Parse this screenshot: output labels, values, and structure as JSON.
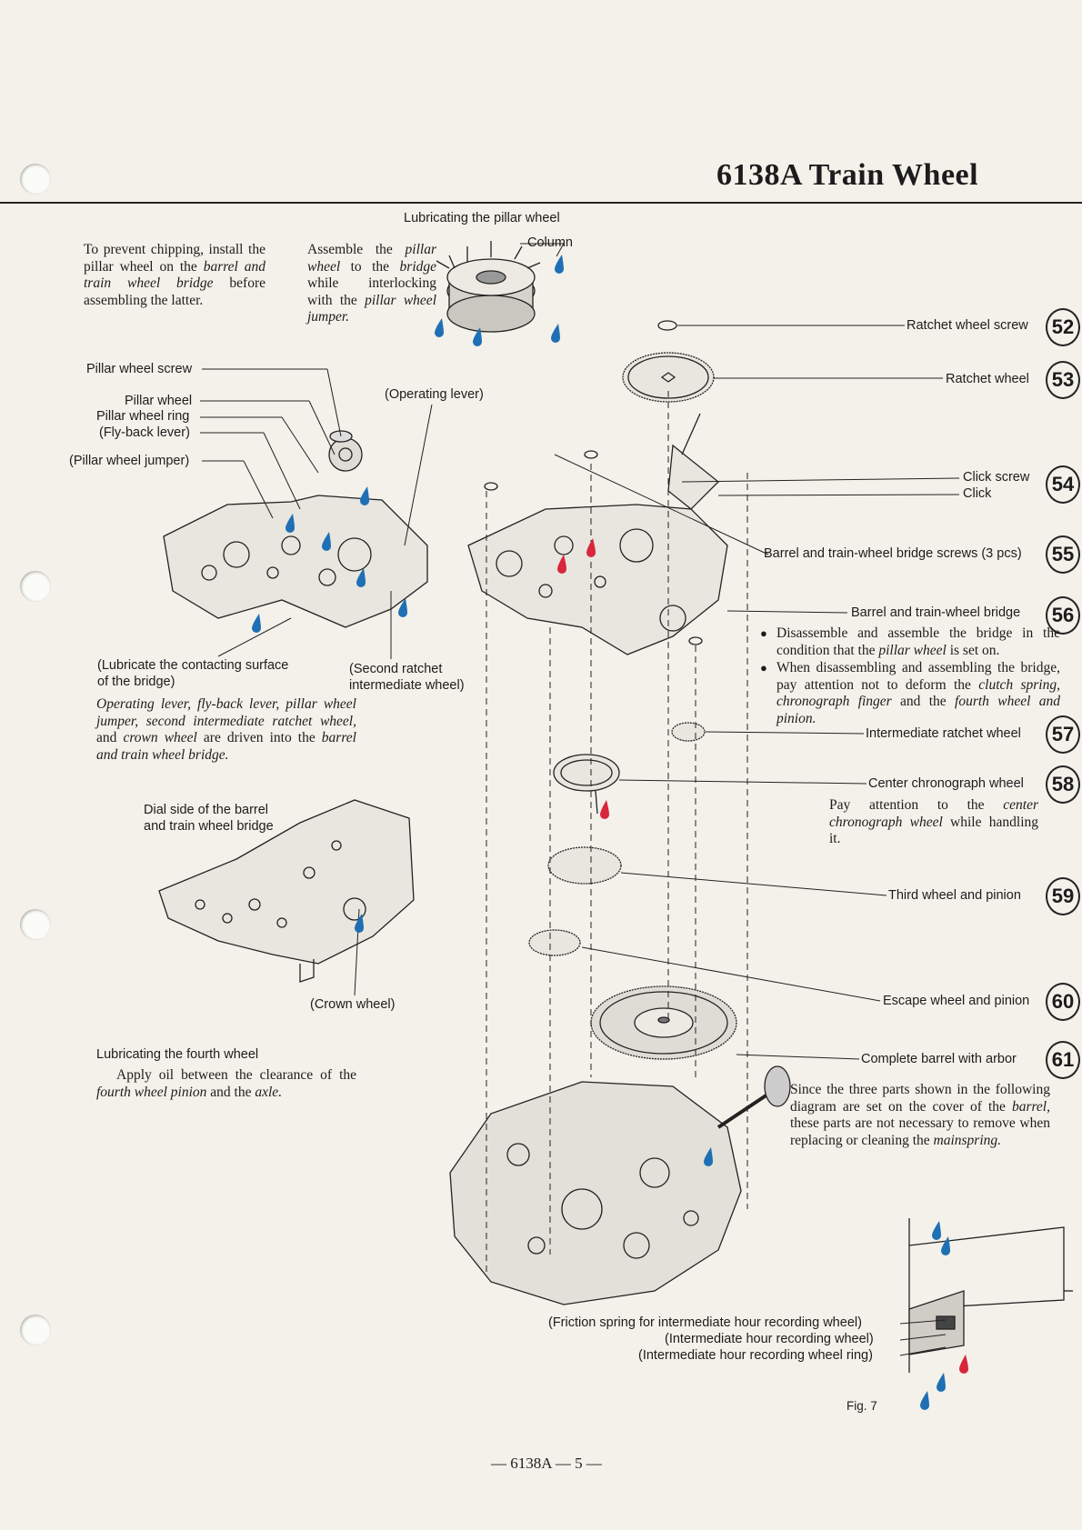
{
  "header": {
    "title": "6138A  Train Wheel"
  },
  "left": {
    "pillar_note": "To prevent chipping, install the pillar wheel on the ",
    "pillar_note_it": "barrel and train wheel bridge",
    "pillar_note_end": " before assembling the latter.",
    "assemble_1": "Assemble the ",
    "assemble_it1": "pillar wheel",
    "assemble_2": " to the ",
    "assemble_it2": "bridge",
    "assemble_3": " while interlocking with the ",
    "assemble_it3": "pillar wheel jumper.",
    "lubricating_pillar_title": "Lubricating the pillar wheel",
    "column_label": "Column",
    "pillar_wheel_screw": "Pillar wheel screw",
    "pillar_wheel": "Pillar wheel",
    "pillar_wheel_ring": "Pillar wheel ring",
    "fly_back_lever": "(Fly-back lever)",
    "pillar_wheel_jumper": "(Pillar wheel jumper)",
    "operating_lever": "(Operating lever)",
    "lubricate_contact_1": "(Lubricate the contacting surface",
    "lubricate_contact_2": "of the bridge)",
    "second_ratchet_1": "(Second ratchet",
    "second_ratchet_2": "intermediate wheel)",
    "driven_it": "Operating lever, fly-back lever, pillar wheel jumper, second intermediate ratchet wheel,",
    "driven_mid": " and ",
    "driven_it2": "crown wheel",
    "driven_mid2": " are driven into the ",
    "driven_it3": "barrel and train wheel bridge.",
    "dial_side_1": "Dial side of the barrel",
    "dial_side_2": "and train wheel bridge",
    "crown_wheel": "(Crown wheel)",
    "lub_fourth_title": "Lubricating the fourth wheel",
    "lub_fourth_1": "Apply oil between the clearance of the ",
    "lub_fourth_it1": "fourth wheel pinion",
    "lub_fourth_2": " and the ",
    "lub_fourth_it2": "axle."
  },
  "parts": [
    {
      "num": "52",
      "label": "Ratchet wheel screw"
    },
    {
      "num": "53",
      "label": "Ratchet wheel"
    },
    {
      "num": "54",
      "label": "Click screw",
      "label2": "Click"
    },
    {
      "num": "55",
      "label": "Barrel and train-wheel bridge screws (3 pcs)"
    },
    {
      "num": "56",
      "label": "Barrel and train-wheel bridge"
    },
    {
      "num": "57",
      "label": "Intermediate ratchet wheel"
    },
    {
      "num": "58",
      "label": "Center chronograph wheel"
    },
    {
      "num": "59",
      "label": "Third wheel and pinion"
    },
    {
      "num": "60",
      "label": "Escape wheel and pinion"
    },
    {
      "num": "61",
      "label": "Complete barrel with arbor"
    }
  ],
  "notes": {
    "bridge_b1_a": "Disassemble and assemble the bridge in the condition that the ",
    "bridge_b1_it": "pillar wheel",
    "bridge_b1_b": " is set on.",
    "bridge_b2_a": "When disassembling and assembling the bridge, pay attention not to deform the ",
    "bridge_b2_it": "clutch spring, chronograph finger",
    "bridge_b2_b": " and the ",
    "bridge_b2_it2": "fourth wheel and pinion.",
    "center_a": "Pay attention to the ",
    "center_it": "center chronograph wheel",
    "center_b": " while handling it.",
    "barrel_a": "Since the three parts shown in the following diagram are set on the cover of the ",
    "barrel_it": "barrel,",
    "barrel_b": " these parts are not necessary to remove when replacing or cleaning the ",
    "barrel_it2": "mainspring."
  },
  "fig7": {
    "friction_spring": "(Friction spring for intermediate hour recording wheel)",
    "intermediate_wheel": "(Intermediate hour recording wheel)",
    "intermediate_ring": "(Intermediate hour recording wheel ring)",
    "caption": "Fig. 7"
  },
  "footer": {
    "page": "— 6138A — 5 —"
  },
  "colors": {
    "paper": "#f3f1ea",
    "oil_blue": "#1f6fb5",
    "oil_red": "#d8263c",
    "ink": "#1c1c1c"
  }
}
